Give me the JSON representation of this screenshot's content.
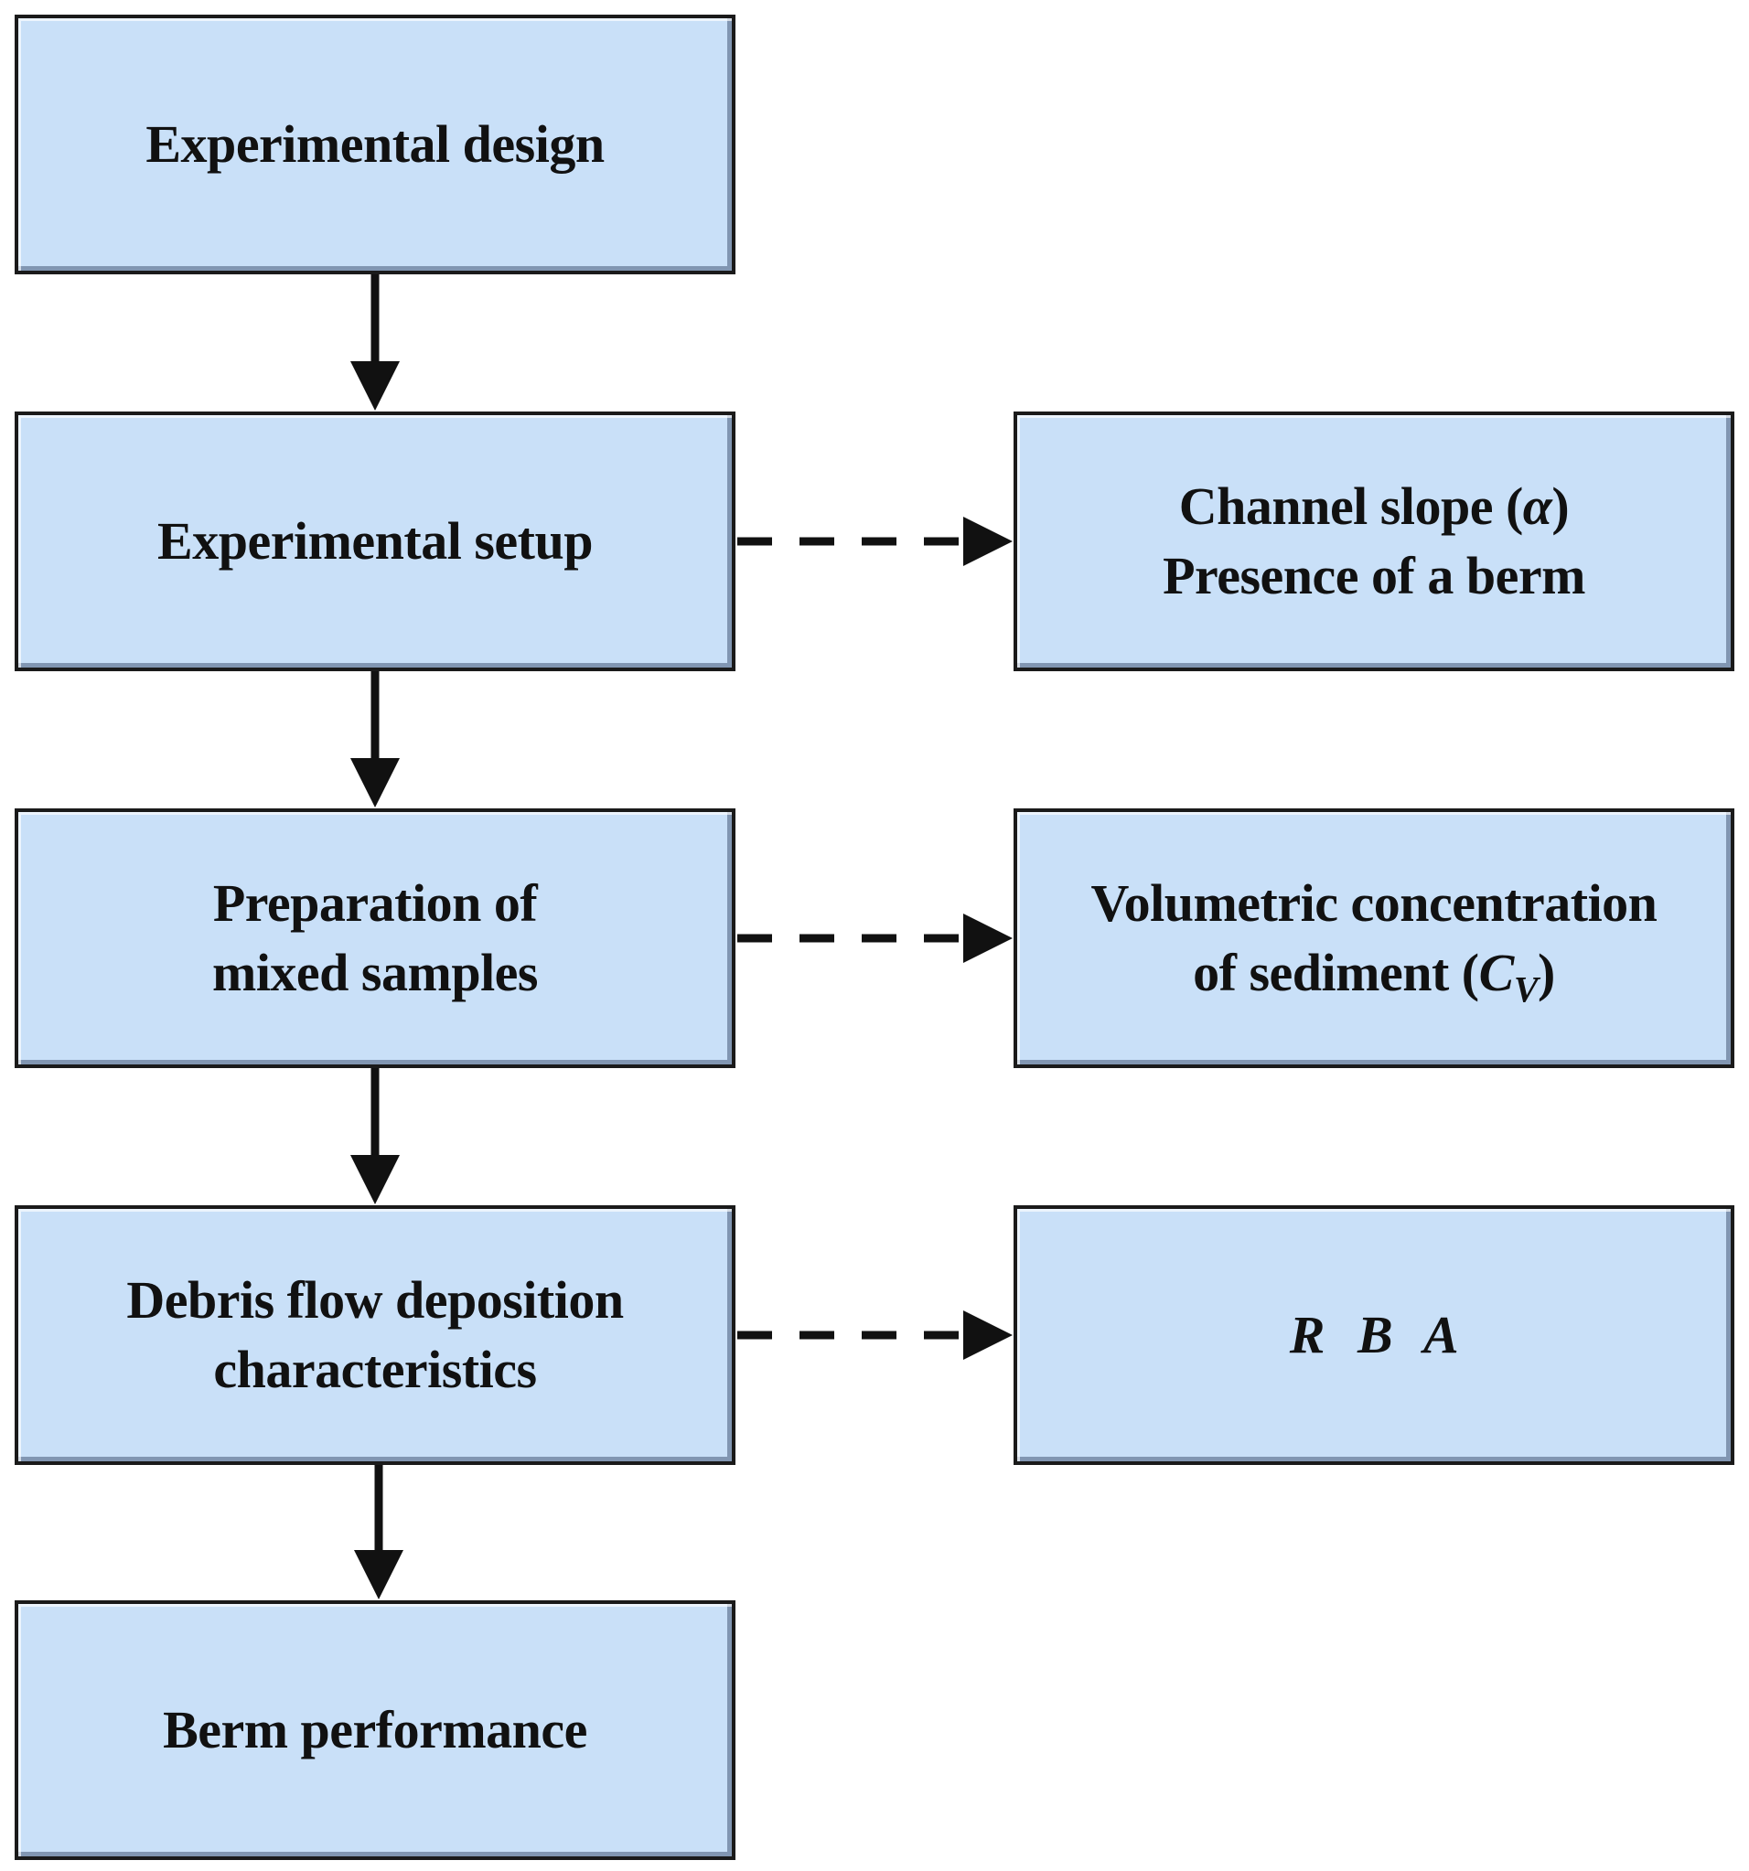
{
  "flowchart": {
    "main_steps": [
      "Experimental design",
      "Experimental setup",
      [
        "Preparation of",
        "mixed samples"
      ],
      [
        "Debris flow deposition",
        "characteristics"
      ],
      "Berm performance"
    ],
    "side_boxes": {
      "setup": {
        "line1_prefix": "Channel slope (",
        "line1_symbol": "α",
        "line1_suffix": ")",
        "line2": "Presence of a berm"
      },
      "samples": {
        "line1": "Volumetric concentration",
        "line2_prefix": "of sediment (",
        "line2_symbol": "C",
        "line2_subscript": "V",
        "line2_suffix": ")"
      },
      "deposition": {
        "text": "R B A"
      }
    }
  },
  "colors": {
    "box_fill": "#c9e0f8",
    "border": "#1a1a1a",
    "arrow": "#111111"
  }
}
